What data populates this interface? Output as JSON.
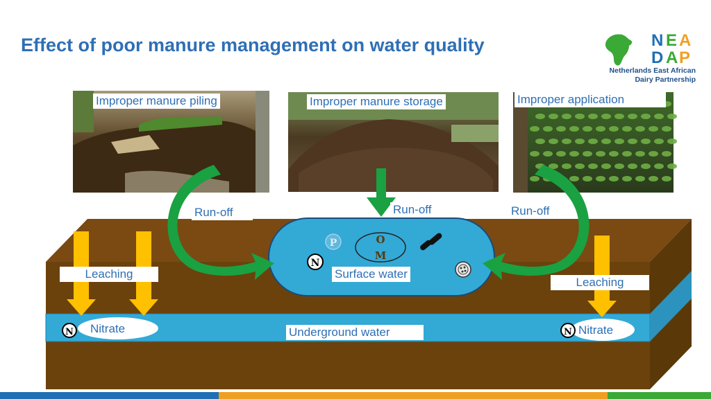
{
  "title": "Effect of poor manure management on water quality",
  "logo": {
    "letters_row1": [
      "N",
      "E",
      "A"
    ],
    "letters_row2": [
      "D",
      "A",
      "P"
    ],
    "tagline_line1": "Netherlands East African",
    "tagline_line2": "Dairy Partnership",
    "colors": {
      "green": "#3aa935",
      "blue": "#1f6fb5",
      "orange": "#f0a020"
    }
  },
  "photos": [
    {
      "label": "Improper manure piling"
    },
    {
      "label": "Improper manure storage"
    },
    {
      "label": "Improper application"
    }
  ],
  "labels": {
    "runoff_left": "Run-off",
    "runoff_center": "Run-off",
    "runoff_right": "Run-off",
    "leaching_left": "Leaching",
    "leaching_right": "Leaching",
    "surface_water": "Surface water",
    "underground_water": "Underground water",
    "nitrate_left": "Nitrate",
    "nitrate_right": "Nitrate"
  },
  "symbols": {
    "n_symbol": "N",
    "p_symbol": "P",
    "om_top": "O",
    "om_bottom": "M"
  },
  "colors": {
    "soil_top": "#7a4a12",
    "soil_front": "#6b420c",
    "soil_side": "#5a3808",
    "water": "#33a9d6",
    "arrow_green": "#1aa142",
    "arrow_yellow": "#ffc000",
    "title_blue": "#2e6fb5"
  },
  "footer_colors": [
    "#1f6fb5",
    "#f0a020",
    "#3aa935"
  ]
}
